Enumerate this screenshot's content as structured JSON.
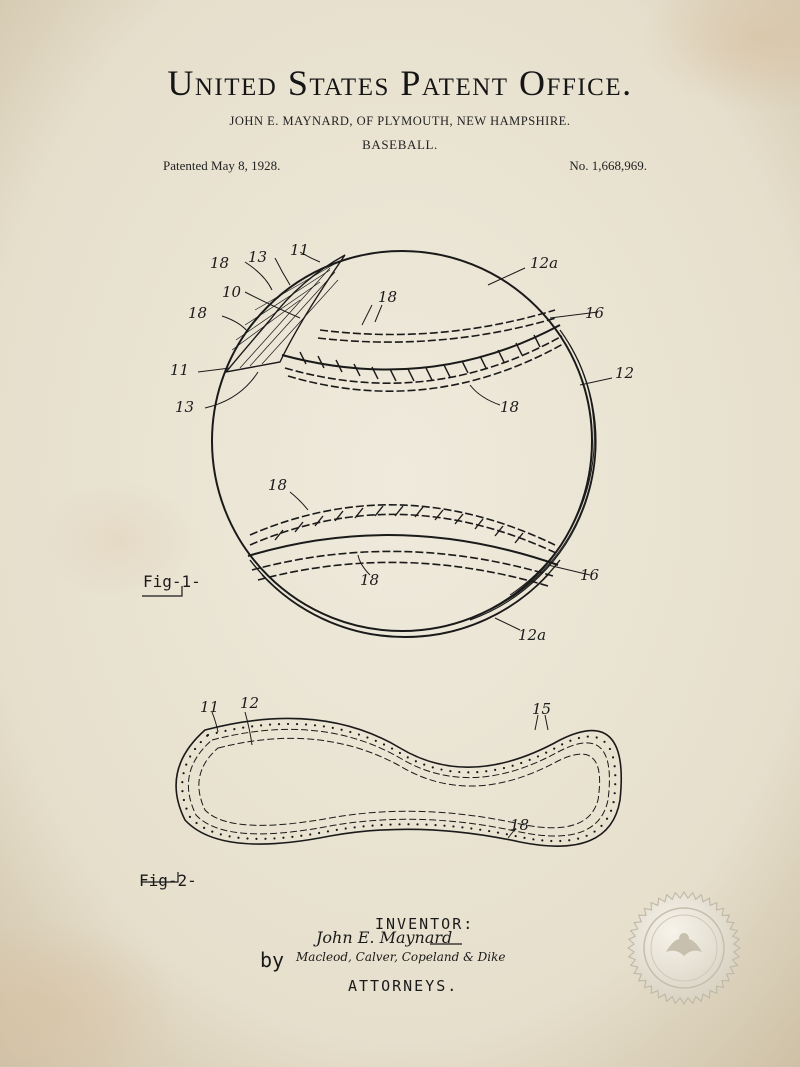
{
  "header": {
    "title": "United States Patent Office.",
    "inventor_line": "JOHN E. MAYNARD, OF PLYMOUTH, NEW HAMPSHIRE.",
    "subject": "BASEBALL.",
    "patented": "Patented  May 8, 1928.",
    "patent_number": "No. 1,668,969."
  },
  "figures": {
    "fig1": {
      "label": "Fig-1-",
      "callouts": [
        "18",
        "13",
        "11",
        "10",
        "18",
        "11",
        "13",
        "18",
        "12a",
        "16",
        "12",
        "18",
        "18",
        "18",
        "16",
        "12a"
      ]
    },
    "fig2": {
      "label": "Fig-2-",
      "callouts": [
        "11",
        "12",
        "15",
        "18"
      ]
    }
  },
  "signature_block": {
    "inventor_heading": "INVENTOR:",
    "inventor_signature": "John E. Maynard",
    "by": "by",
    "attorneys_signature": "Macleod, Calver, Copeland & Dike",
    "attorneys_heading": "ATTORNEYS."
  },
  "colors": {
    "paper": "#ece6d6",
    "ink": "#1a1a1a",
    "stain": "#d8c9b0"
  },
  "seal": {
    "icon": "eagle-seal-icon"
  }
}
